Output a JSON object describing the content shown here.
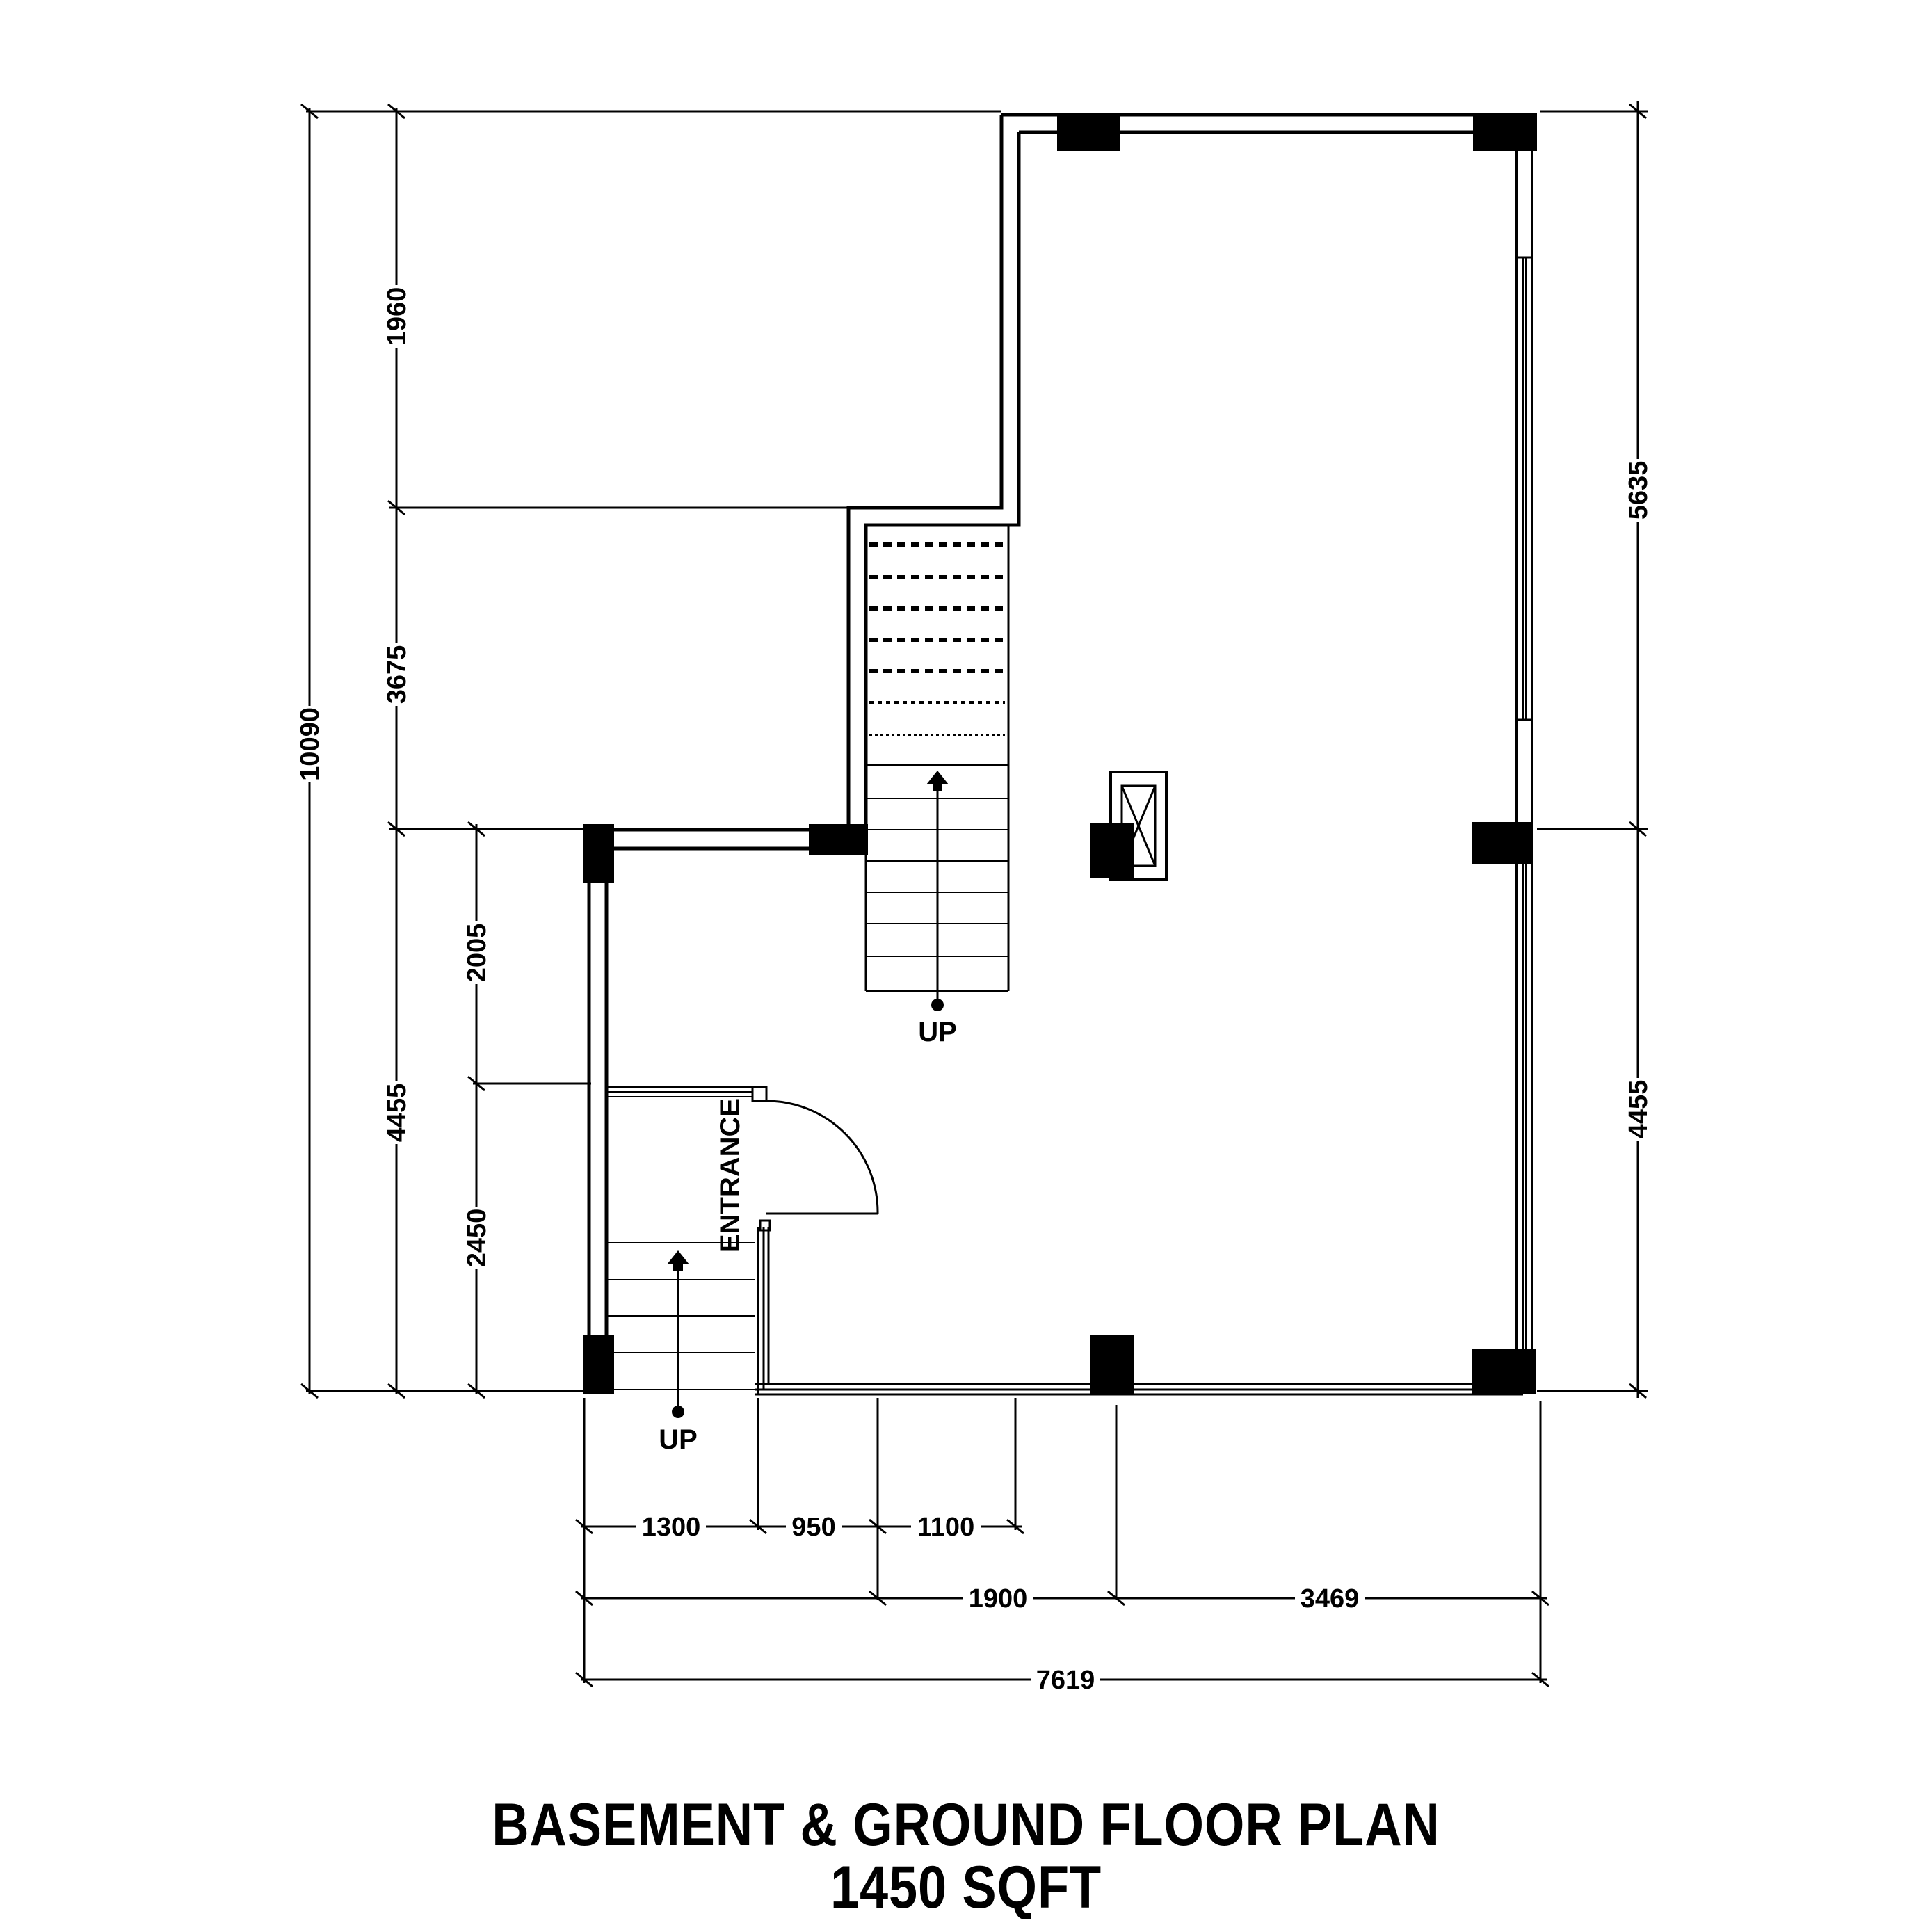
{
  "plan": {
    "title": "BASEMENT & GROUND FLOOR PLAN",
    "area": "1450 SQFT"
  },
  "labels": {
    "up_stair_main": "UP",
    "up_stair_entrance": "UP",
    "entrance": "ENTRANCE"
  },
  "dimensions": {
    "left_outer_total": "10090",
    "left_upper": "1960",
    "left_mid": "3675",
    "left_lower": "4455",
    "left_inner_upper": "2005",
    "left_inner_lower": "2450",
    "right_upper": "5635",
    "right_lower": "4455",
    "bottom_1": "1300",
    "bottom_2": "950",
    "bottom_3": "1100",
    "bottom_4": "1900",
    "bottom_5": "3469",
    "bottom_total": "7619"
  }
}
